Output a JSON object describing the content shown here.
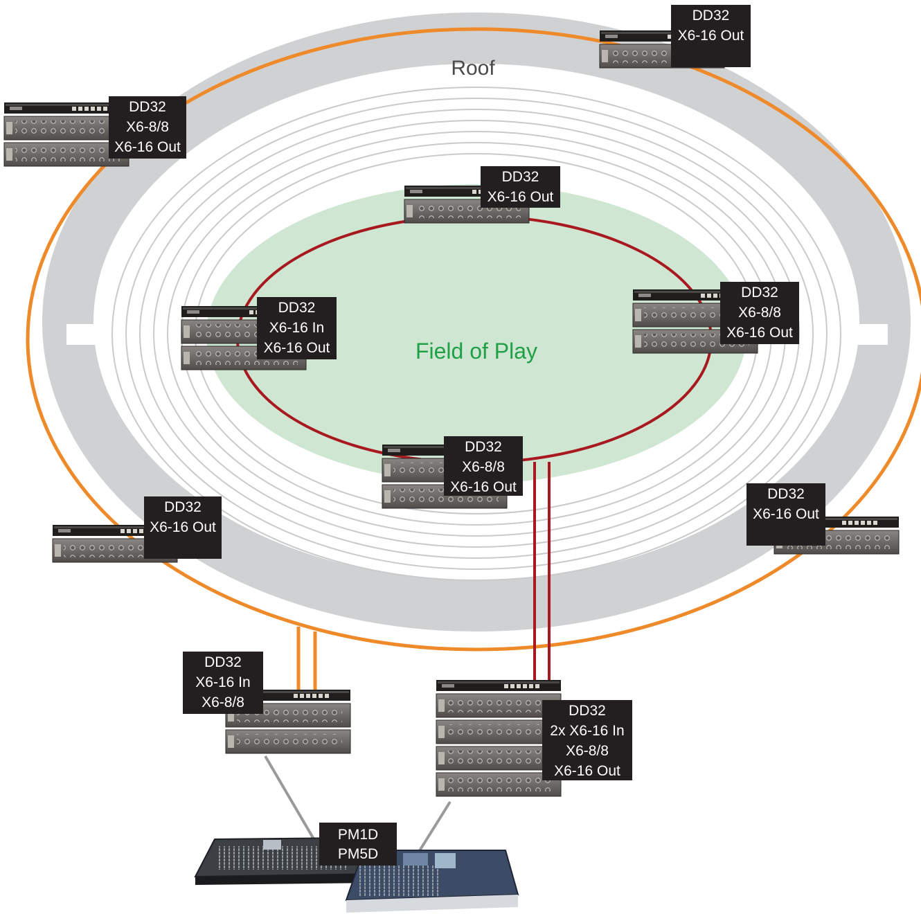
{
  "labels": {
    "roof": "Roof",
    "field": "Field of Play"
  },
  "colors": {
    "roof_ring": "#d0d1d3",
    "stand_rings": "#c9cacc",
    "field_fill": "#cfe6d2",
    "field_text": "#1fa046",
    "outer_loop": "#ef8a2b",
    "inner_loop": "#a8181f",
    "label_box": "#231f20",
    "console_link": "#9a9a9a"
  },
  "units": [
    {
      "id": "top-right",
      "lines": [
        "DD32",
        "X6-16 Out"
      ]
    },
    {
      "id": "top-left",
      "lines": [
        "DD32",
        "X6-8/8",
        "X6-16 Out"
      ]
    },
    {
      "id": "field-top",
      "lines": [
        "DD32",
        "X6-16 Out"
      ]
    },
    {
      "id": "field-left",
      "lines": [
        "DD32",
        "X6-16 In",
        "X6-16 Out"
      ]
    },
    {
      "id": "field-right",
      "lines": [
        "DD32",
        "X6-8/8",
        "X6-16 Out"
      ]
    },
    {
      "id": "field-bottom",
      "lines": [
        "DD32",
        "X6-8/8",
        "X6-16 Out"
      ]
    },
    {
      "id": "outer-left",
      "lines": [
        "DD32",
        "X6-16 Out"
      ]
    },
    {
      "id": "outer-right",
      "lines": [
        "DD32",
        "X6-16 Out"
      ]
    },
    {
      "id": "foh-left",
      "lines": [
        "DD32",
        "X6-16 In",
        "X6-8/8"
      ]
    },
    {
      "id": "foh-main",
      "lines": [
        "DD32",
        "2x X6-16 In",
        "X6-8/8",
        "X6-16 Out"
      ]
    }
  ],
  "consoles": {
    "lines": [
      "PM1D",
      "PM5D"
    ]
  }
}
